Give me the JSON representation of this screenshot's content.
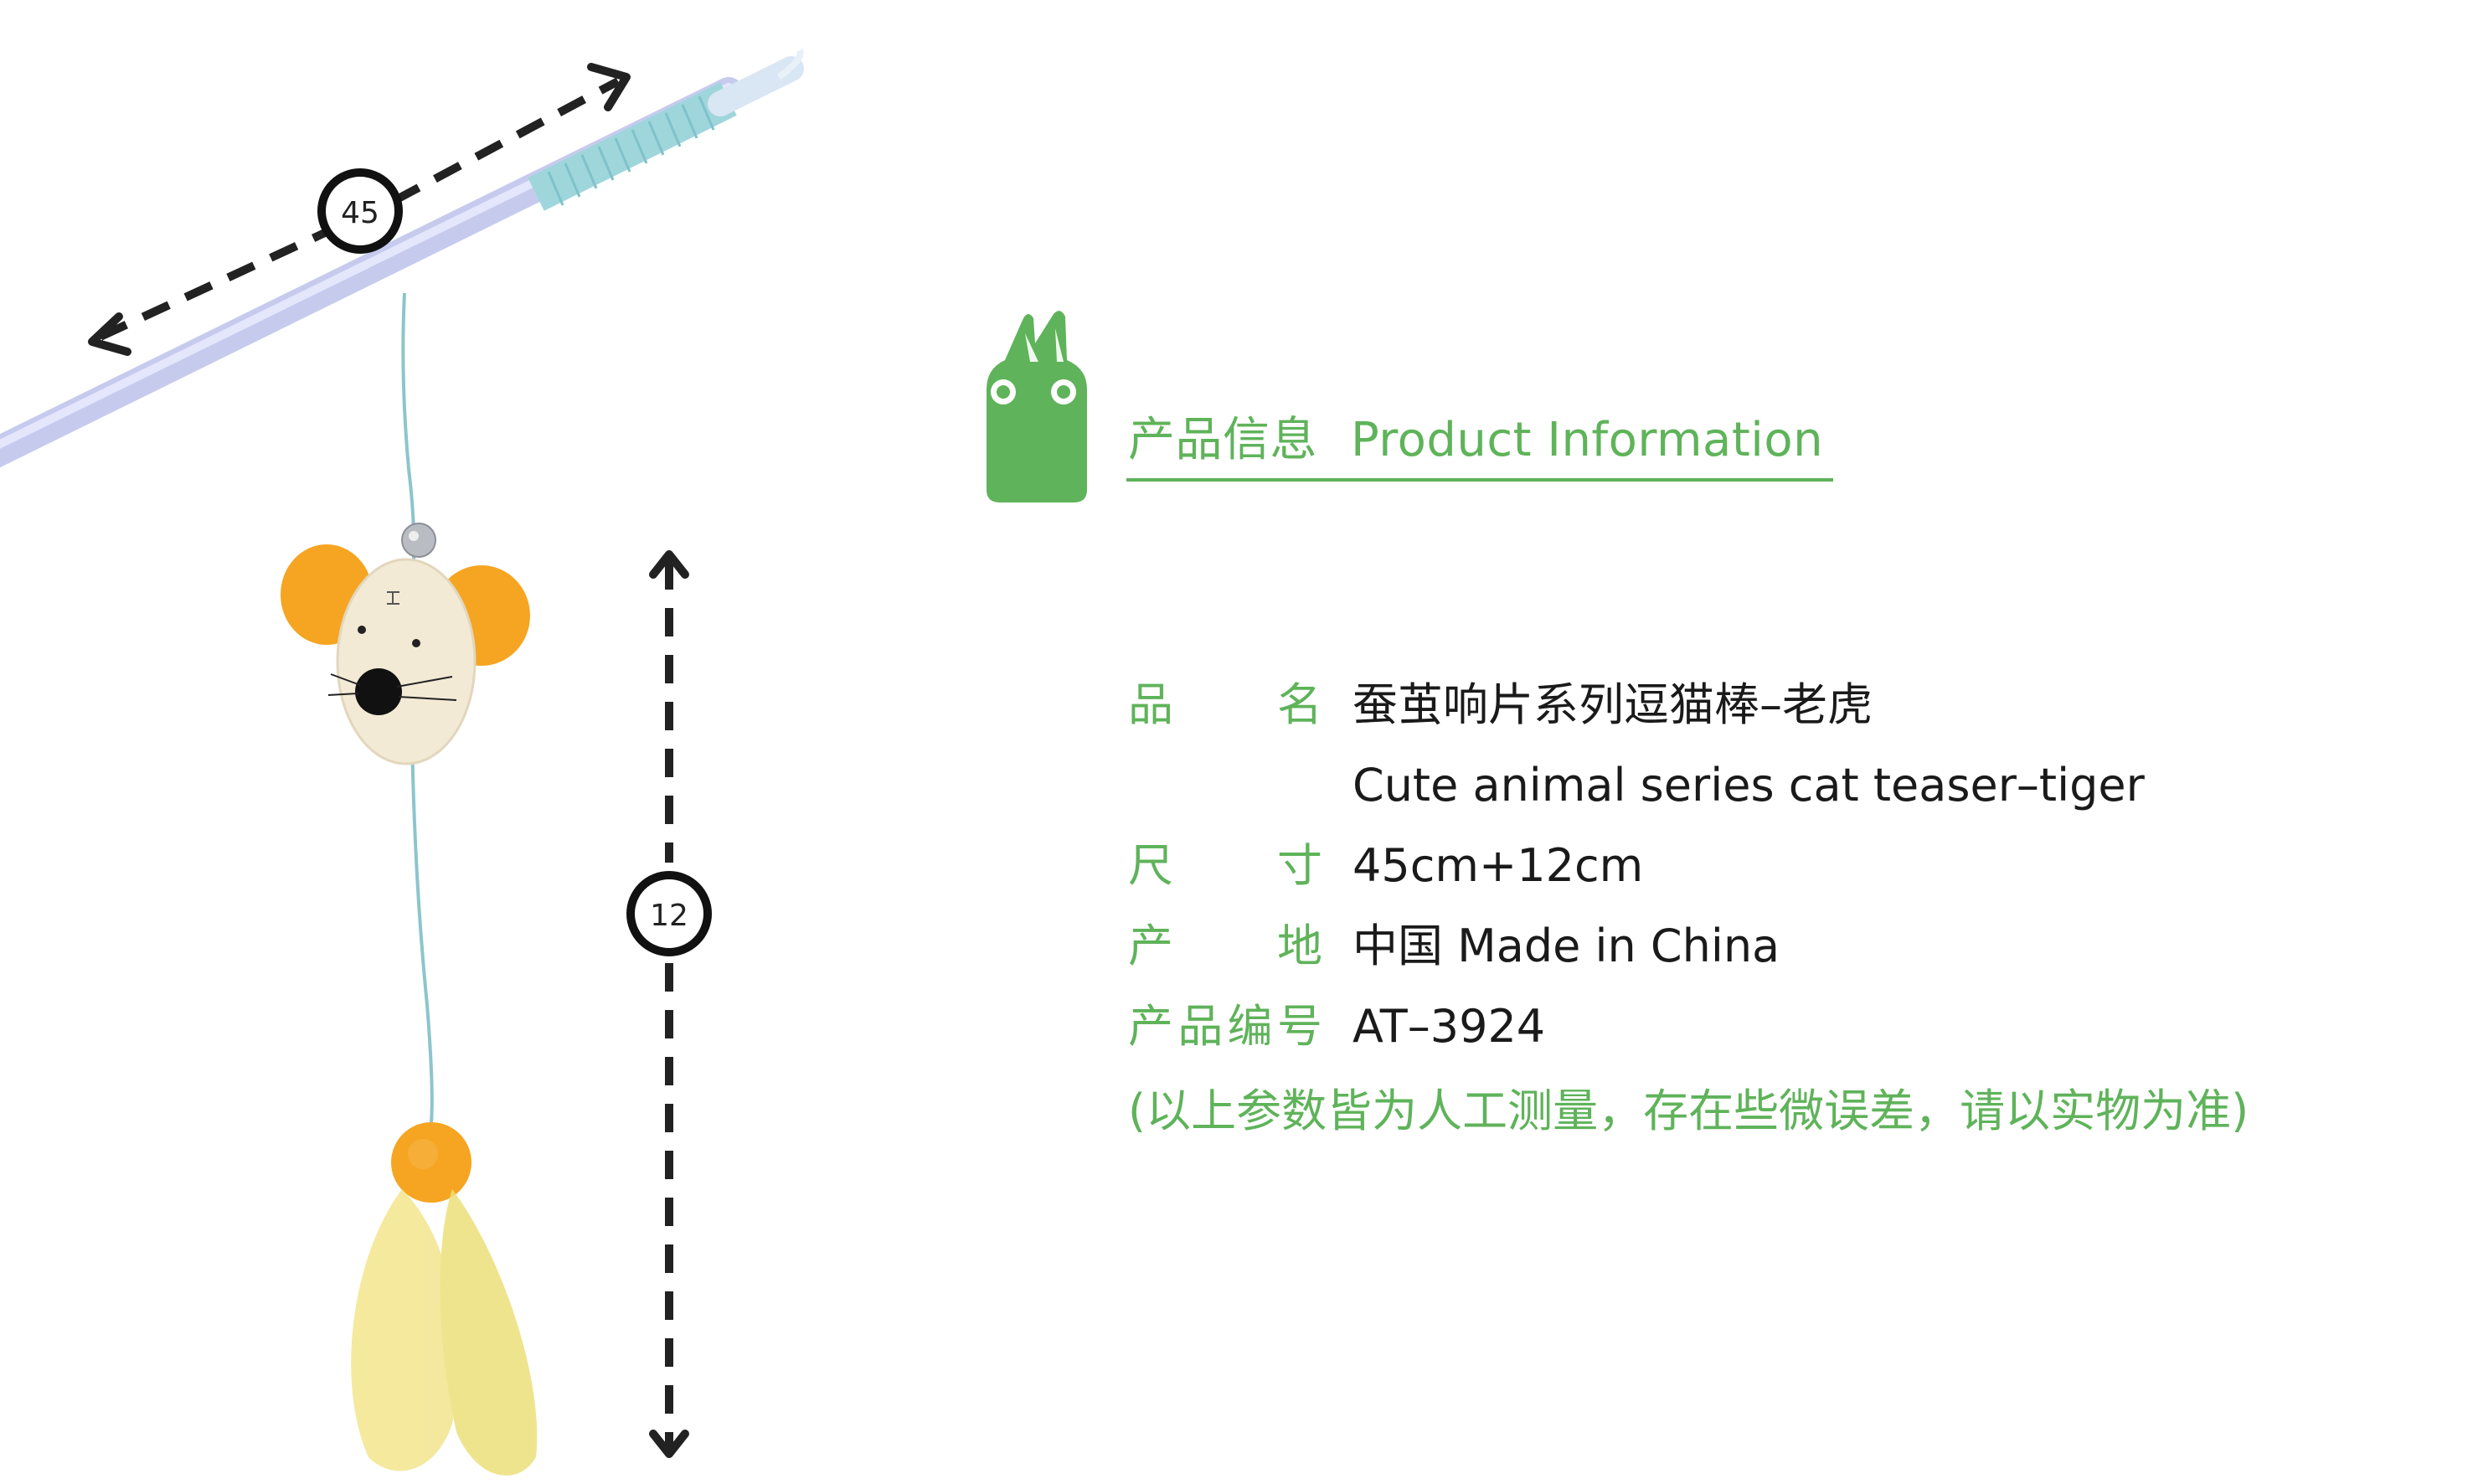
{
  "colors": {
    "accent_green": "#5fb35a",
    "text_dark": "#1a1a1a",
    "dimension_dark": "#222222",
    "wand_blue": "#c9cdf0",
    "wrap_teal": "#9fd6dc",
    "pom_orange": "#f5a521",
    "mouse_body": "#f3ead6",
    "wing_yellow": "#f2e58c"
  },
  "dimensions": {
    "stick_length": "45",
    "drop_length": "12"
  },
  "header": {
    "title_cn": "产品信息",
    "title_en": "Product Information",
    "mascot_icon": "green-rabbit-mascot-icon"
  },
  "info": {
    "name_label": "品  名",
    "name_value_cn": "蚕茧响片系列逗猫棒–老虎",
    "name_value_en": "Cute animal series cat teaser–tiger",
    "size_label": "尺  寸",
    "size_value": "45cm+12cm",
    "origin_label": "产  地",
    "origin_value": "中国 Made in China",
    "code_label": "产品编号",
    "code_value": "AT–3924"
  },
  "note": "(以上参数皆为人工测量，存在些微误差，请以实物为准)"
}
